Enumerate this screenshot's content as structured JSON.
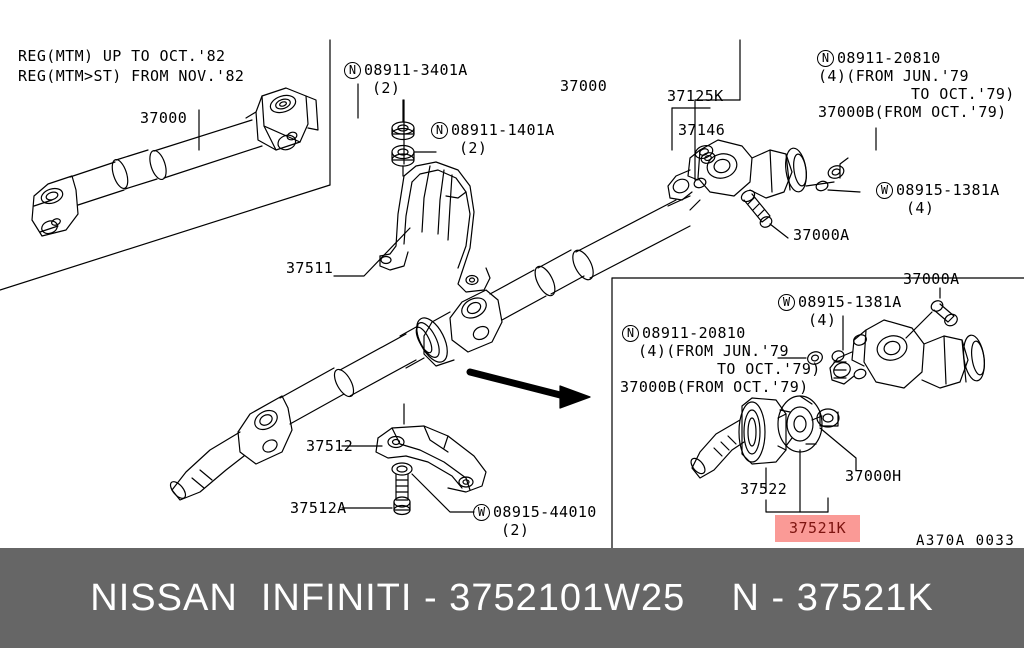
{
  "document": {
    "type": "automotive-parts-diagram",
    "diagram_code": "A370A 0033",
    "highlighted_part": "37521K"
  },
  "notes": {
    "reg_line1": "REG(MTM) UP TO OCT.'82",
    "reg_line2": "REG(MTM>ST) FROM NOV.'82"
  },
  "callouts": {
    "inset_shaft": "37000",
    "main_shaft": "37000",
    "bracket_upper": "37511",
    "bracket_lower": "37512",
    "bolt_lower": "37512A",
    "center_bearing": "37125K",
    "seal": "37146",
    "flange_bolt_top": "37000A",
    "flange_bolt_right": "37000A",
    "dust_cover": "37522",
    "yoke_assy": "37000H",
    "highlighted": "37521K"
  },
  "fasteners": {
    "nut_3401a": {
      "symbol": "N",
      "number": "08911-3401A",
      "qty": "(2)"
    },
    "nut_1401a": {
      "symbol": "N",
      "number": "08911-1401A",
      "qty": "(2)"
    },
    "nut_20810_top": {
      "symbol": "N",
      "number": "08911-20810",
      "line2": "(4)(FROM JUN.'79",
      "line3": "TO OCT.'79)",
      "line4": "37000B(FROM OCT.'79)"
    },
    "nut_20810_inset": {
      "symbol": "N",
      "number": "08911-20810",
      "line2": "(4)(FROM JUN.'79",
      "line3": "TO OCT.'79)",
      "line4": "37000B(FROM OCT.'79)"
    },
    "washer_1381a_top": {
      "symbol": "W",
      "number": "08915-1381A",
      "qty": "(4)"
    },
    "washer_1381a_inset": {
      "symbol": "W",
      "number": "08915-1381A",
      "qty": "(4)"
    },
    "washer_44010": {
      "symbol": "W",
      "number": "08915-44010",
      "qty": "(2)"
    }
  },
  "banner": {
    "text": "NISSAN  INFINITI - 3752101W25    N - 37521K",
    "background": "#666666",
    "text_color": "#ffffff"
  },
  "colors": {
    "highlight_bg": "#fa9a96",
    "highlight_text": "#7d1410",
    "line": "#000000",
    "banner_bg": "#666666"
  }
}
